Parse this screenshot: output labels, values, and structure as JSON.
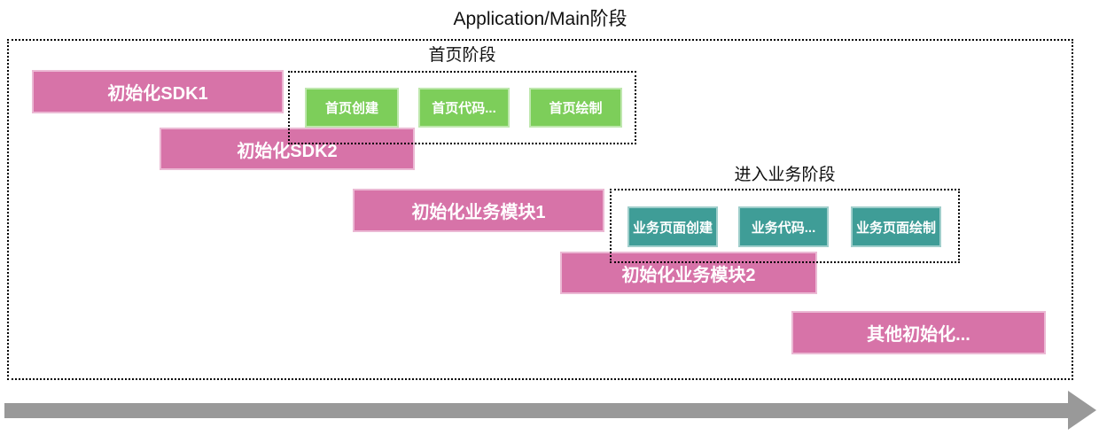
{
  "diagram": {
    "title": "Application/Main阶段",
    "main_bars": [
      {
        "label": "初始化SDK1"
      },
      {
        "label": "初始化SDK2"
      },
      {
        "label": "初始化业务模块1"
      },
      {
        "label": "初始化业务模块2"
      },
      {
        "label": "其他初始化..."
      }
    ],
    "home_phase": {
      "label": "首页阶段",
      "tasks": [
        {
          "label": "首页创建"
        },
        {
          "label": "首页代码..."
        },
        {
          "label": "首页绘制"
        }
      ]
    },
    "business_phase": {
      "label": "进入业务阶段",
      "tasks": [
        {
          "label": "业务页面创建"
        },
        {
          "label": "业务代码..."
        },
        {
          "label": "业务页面绘制"
        }
      ]
    },
    "colors": {
      "bar_pink": "#d773a8",
      "task_green": "#7dce5a",
      "task_teal": "#3f9d97",
      "arrow_gray": "#999999",
      "dotted_border": "#000000"
    }
  }
}
